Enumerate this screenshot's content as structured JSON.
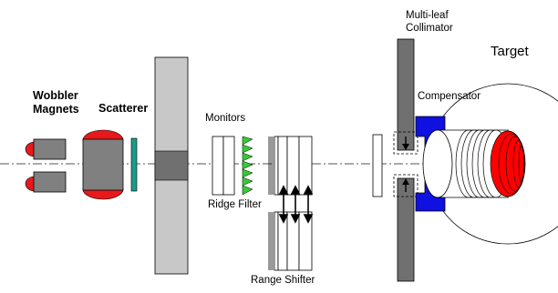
{
  "labels": {
    "wobbler_line1": "Wobbler",
    "wobbler_line2": "Magnets",
    "scatterer": "Scatterer",
    "monitors": "Monitors",
    "ridge_filter": "Ridge Filter",
    "range_shifter": "Range Shifter",
    "mlc_line1": "Multi-leaf",
    "mlc_line2": "Collimator",
    "compensator": "Compensator",
    "target": "Target"
  },
  "colors": {
    "magnet_pole": "#e8191b",
    "magnet_body": "#808080",
    "scatterer_plate": "#1a9a8a",
    "block_gray": "#c8c8c8",
    "block_dark": "#707070",
    "ridge_green": "#33cc33",
    "compensator_blue": "#1010e0",
    "target_red": "#ff0000",
    "collimator_gray": "#707070"
  }
}
